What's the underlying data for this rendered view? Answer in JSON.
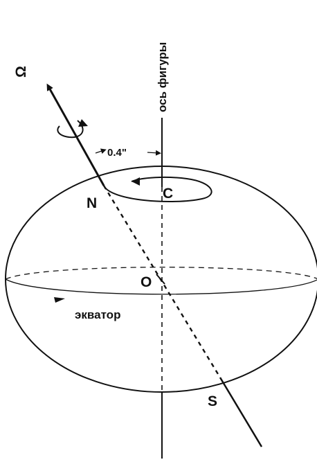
{
  "labels": {
    "axis_of_figure": "ось фигуры",
    "omega": "Ω",
    "angle": "0.4\"",
    "north": "N",
    "c_point": "C",
    "center": "O",
    "south": "S",
    "equator": "экватор"
  },
  "colors": {
    "line": "#111111",
    "background": "#ffffff"
  }
}
